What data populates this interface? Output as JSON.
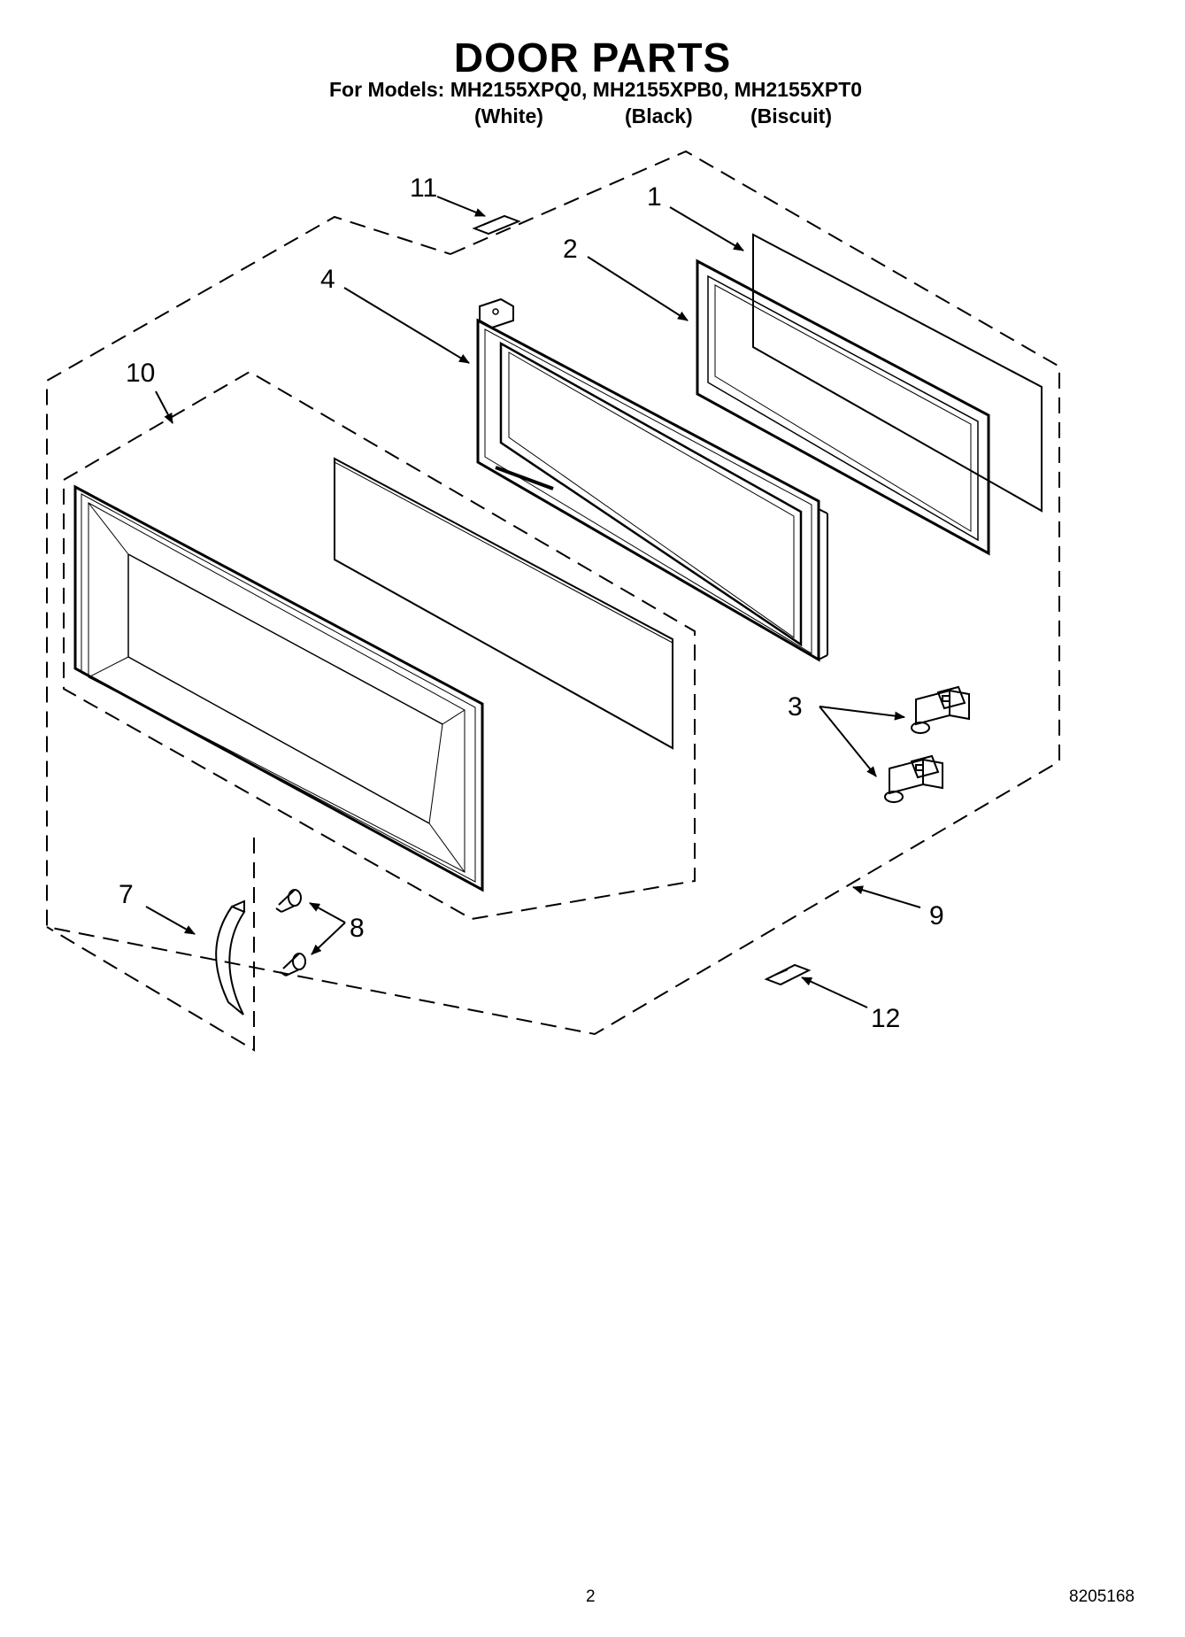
{
  "header": {
    "title": "DOOR PARTS",
    "models_line": "For Models: MH2155XPQ0, MH2155XPB0, MH2155XPT0",
    "colors": [
      "(White)",
      "(Black)",
      "(Biscuit)"
    ]
  },
  "callouts": [
    "1",
    "2",
    "3",
    "4",
    "7",
    "8",
    "9",
    "10",
    "11",
    "12"
  ],
  "footer": {
    "page_number": "2",
    "doc_number": "8205168"
  }
}
